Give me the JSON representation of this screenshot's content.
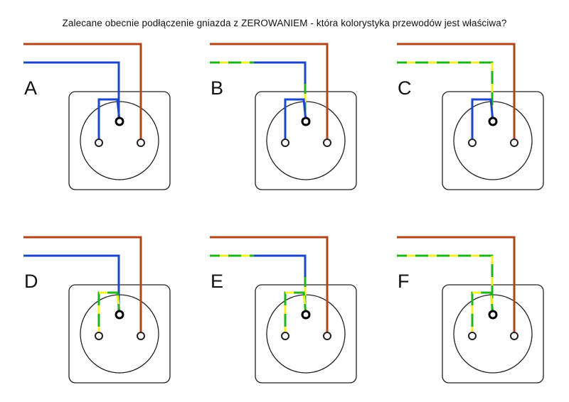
{
  "title": "Zalecane obecnie podłączenie gniazda z ZEROWANIEM - która kolorystyka przewodów jest właściwa?",
  "colors": {
    "phase": "#b0441c",
    "neutral": "#1b47c9",
    "pe_green": "#22b21e",
    "pe_yellow": "#f2f22a",
    "outline": "#222222"
  },
  "panels": [
    {
      "letter": "A",
      "top_wire": "phase",
      "second_wire": "neutral",
      "pin_bridge": "neutral",
      "left_pin": "neutral"
    },
    {
      "letter": "B",
      "top_wire": "phase",
      "second_wire": "pe_then_neutral",
      "pin_bridge": "neutral",
      "left_pin": "neutral"
    },
    {
      "letter": "C",
      "top_wire": "phase",
      "second_wire": "pe",
      "pin_bridge": "neutral",
      "left_pin": "neutral"
    },
    {
      "letter": "D",
      "top_wire": "phase",
      "second_wire": "neutral",
      "pin_bridge": "pe",
      "left_pin": "pe"
    },
    {
      "letter": "E",
      "top_wire": "phase",
      "second_wire": "pe_then_neutral",
      "pin_bridge": "pe",
      "left_pin": "pe"
    },
    {
      "letter": "F",
      "top_wire": "phase",
      "second_wire": "pe",
      "pin_bridge": "pe",
      "left_pin": "pe"
    }
  ]
}
